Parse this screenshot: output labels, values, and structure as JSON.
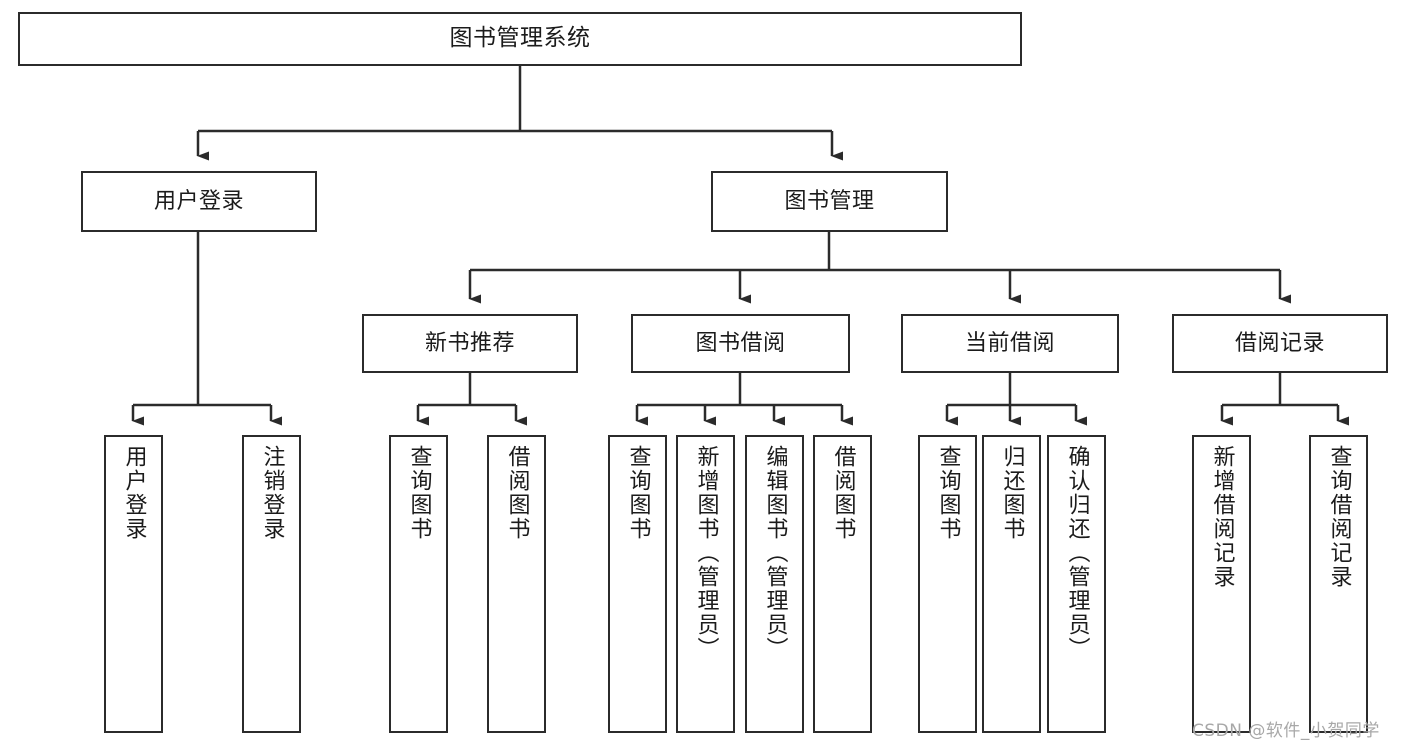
{
  "diagram": {
    "title": "图书管理系统",
    "type": "hierarchy-tree",
    "root": {
      "id": "root",
      "label": "图书管理系统"
    },
    "level2": [
      {
        "id": "user-login",
        "label": "用户登录"
      },
      {
        "id": "book-management",
        "label": "图书管理"
      }
    ],
    "level3": [
      {
        "id": "new-book-recommend",
        "label": "新书推荐"
      },
      {
        "id": "book-borrow",
        "label": "图书借阅"
      },
      {
        "id": "current-borrow",
        "label": "当前借阅"
      },
      {
        "id": "borrow-record",
        "label": "借阅记录"
      }
    ],
    "leaves": {
      "user_login": [
        {
          "id": "leaf-user-login",
          "label": "用户登录"
        },
        {
          "id": "leaf-logout-login",
          "label": "注销登录"
        }
      ],
      "new_book_recommend": [
        {
          "id": "leaf-query-book-1",
          "label": "查询图书"
        },
        {
          "id": "leaf-borrow-book-1",
          "label": "借阅图书"
        }
      ],
      "book_borrow": [
        {
          "id": "leaf-query-book-2",
          "label": "查询图书"
        },
        {
          "id": "leaf-add-book",
          "label": "新增图书（管理员）"
        },
        {
          "id": "leaf-edit-book",
          "label": "编辑图书（管理员）"
        },
        {
          "id": "leaf-borrow-book-2",
          "label": "借阅图书"
        }
      ],
      "current_borrow": [
        {
          "id": "leaf-query-book-3",
          "label": "查询图书"
        },
        {
          "id": "leaf-return-book",
          "label": "归还图书"
        },
        {
          "id": "leaf-confirm-return",
          "label": "确认归还（管理员）"
        }
      ],
      "borrow_record": [
        {
          "id": "leaf-add-record",
          "label": "新增借阅记录"
        },
        {
          "id": "leaf-query-record",
          "label": "查询借阅记录"
        }
      ]
    }
  },
  "watermark": {
    "text": "CSDN @软件_小贺同学"
  },
  "colors": {
    "border": "#2b2b2b",
    "background": "#ffffff",
    "text": "#1b1b1b",
    "watermark": "#a8a8a8"
  }
}
